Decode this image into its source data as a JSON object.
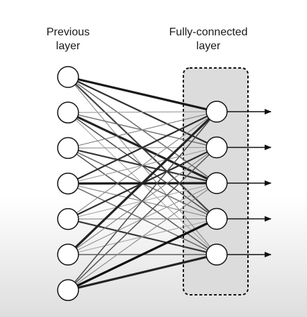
{
  "labels": {
    "previous_line1": "Previous",
    "previous_line2": "layer",
    "fc_line1": "Fully-connected",
    "fc_line2": "layer"
  },
  "network": {
    "input_count": 7,
    "output_count": 5,
    "connection_weights": [
      [
        0.95,
        0.85,
        0.55,
        0.75,
        0.4
      ],
      [
        0.3,
        0.5,
        0.9,
        0.7,
        0.25
      ],
      [
        0.45,
        0.35,
        0.8,
        0.55,
        0.65
      ],
      [
        0.85,
        0.3,
        0.95,
        0.4,
        0.55
      ],
      [
        0.4,
        0.85,
        0.25,
        0.45,
        0.8
      ],
      [
        0.9,
        0.45,
        0.35,
        0.25,
        0.6
      ],
      [
        0.7,
        0.65,
        0.4,
        1.0,
        0.9
      ]
    ]
  },
  "colors": {
    "node_stroke": "#111111",
    "node_fill": "#ffffff",
    "box_fill": "#dcdcdc",
    "box_border": "#111111",
    "arrow": "#111111"
  }
}
